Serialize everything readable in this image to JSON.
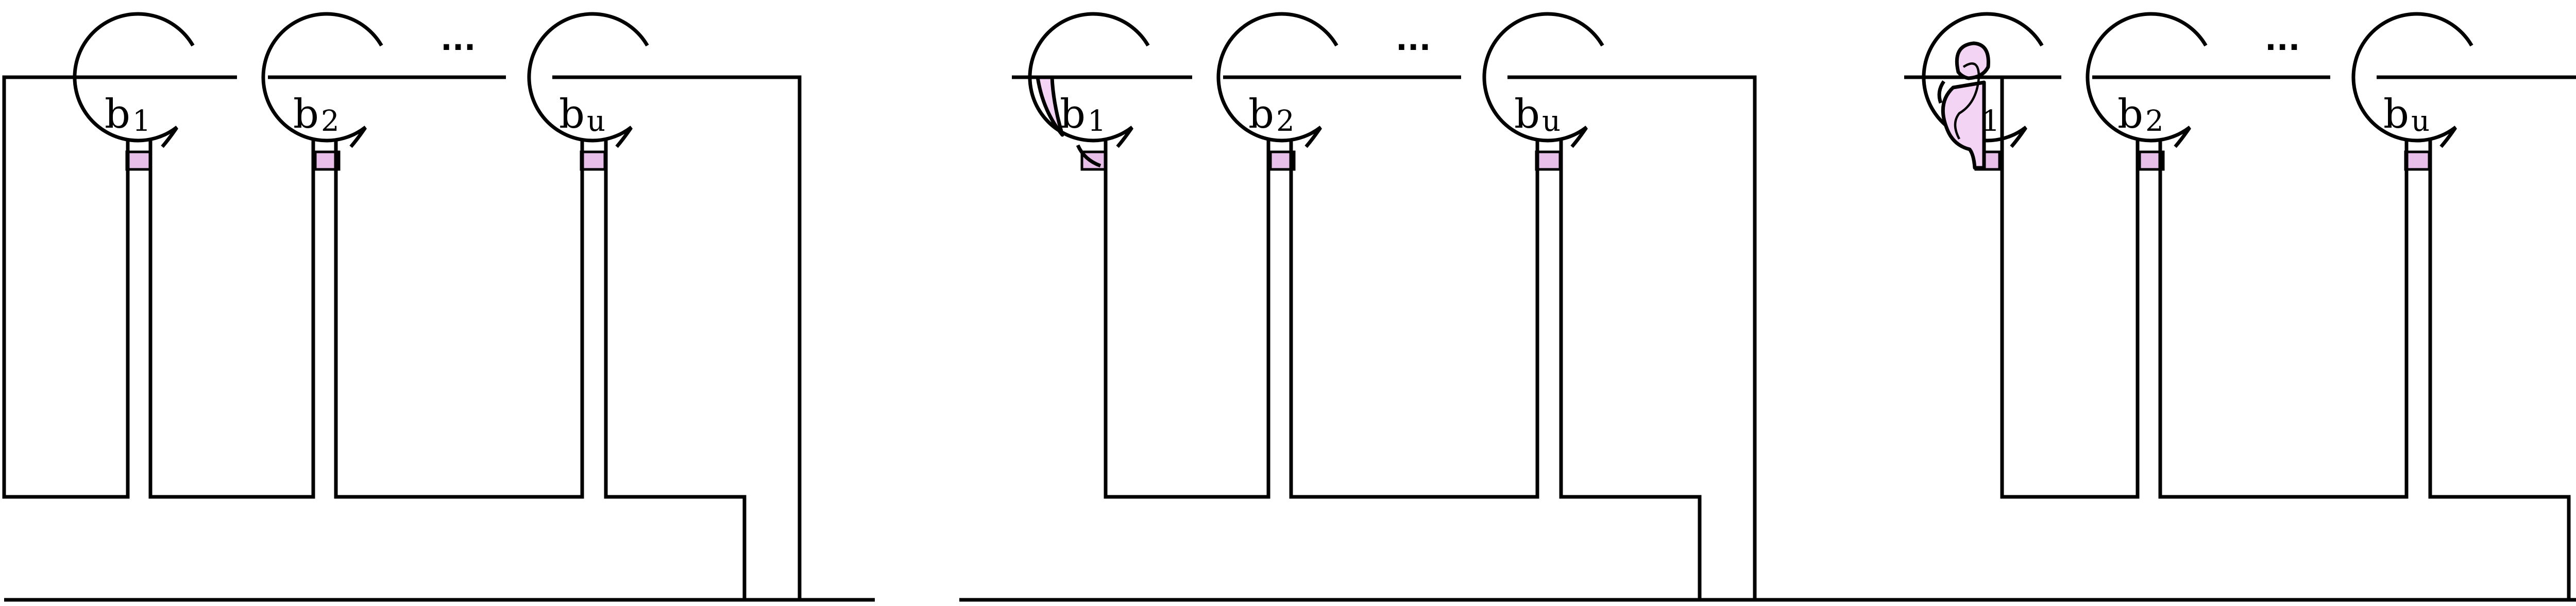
{
  "colors": {
    "stroke": "#000000",
    "band": "#e8bfe8",
    "blob": "#f4d4f4",
    "background": "#ffffff"
  },
  "panels": [
    {
      "name": "panel-1",
      "labels": [
        {
          "base": "b",
          "sub": "1"
        },
        {
          "base": "b",
          "sub": "2"
        },
        {
          "base": "b",
          "sub": "u"
        }
      ],
      "ellipsis": "···"
    },
    {
      "name": "panel-2",
      "labels": [
        {
          "base": "b",
          "sub": "1"
        },
        {
          "base": "b",
          "sub": "2"
        },
        {
          "base": "b",
          "sub": "u"
        }
      ],
      "ellipsis": "···"
    },
    {
      "name": "panel-3",
      "labels": [
        {
          "base": "b",
          "sub": "1"
        },
        {
          "base": "b",
          "sub": "2"
        },
        {
          "base": "b",
          "sub": "u"
        }
      ],
      "ellipsis": "···"
    }
  ]
}
